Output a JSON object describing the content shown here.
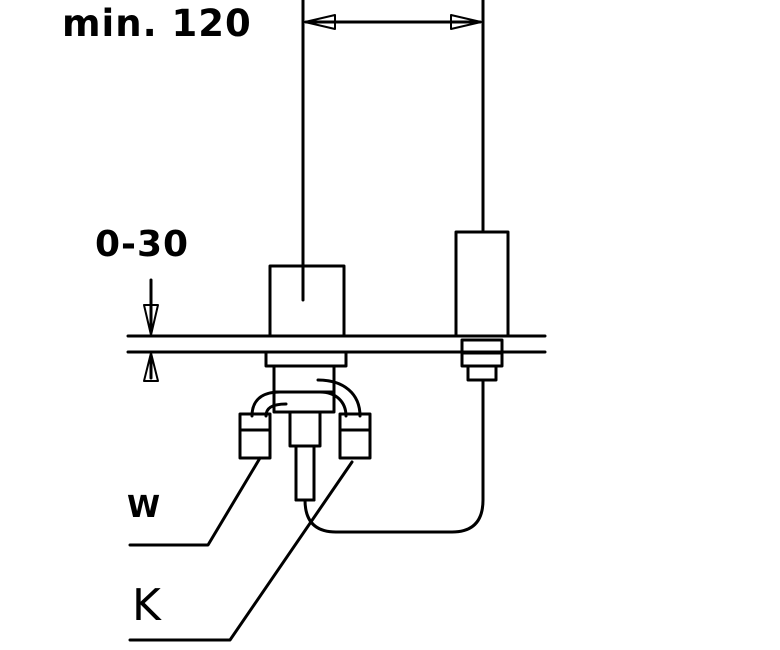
{
  "dimensions": {
    "spacing_label": "min. 120",
    "height_range_label": "0-30"
  },
  "labels": {
    "w": "W",
    "k": "K"
  },
  "colors": {
    "ink": "#000000",
    "paper": "#ffffff"
  }
}
